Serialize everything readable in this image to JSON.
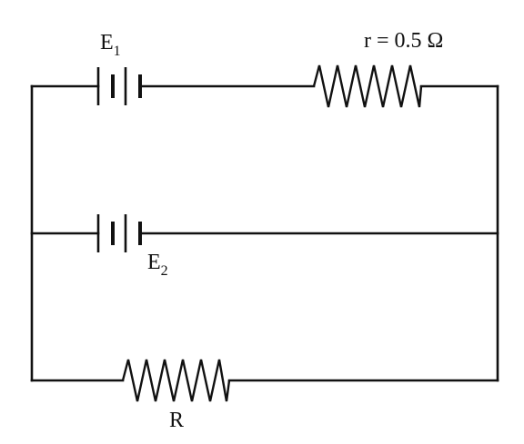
{
  "components": {
    "battery_e1": {
      "symbol": "E",
      "subscript": "1"
    },
    "battery_e2": {
      "symbol": "E",
      "subscript": "2"
    },
    "resistor_r_small": {
      "label": "r = 0.5 Ω"
    },
    "resistor_r": {
      "label": "R"
    }
  }
}
